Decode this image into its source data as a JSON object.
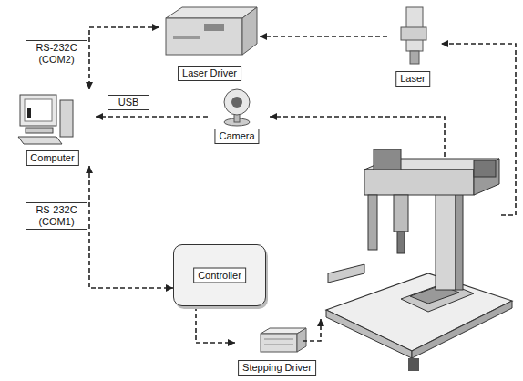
{
  "diagram": {
    "nodes": [
      {
        "text": [
          "Laser Driver"
        ]
      },
      {
        "text": [
          "Laser"
        ]
      },
      {
        "text": [
          "Camera"
        ]
      },
      {
        "text": [
          "Computer"
        ]
      },
      {
        "text": [
          "Controller"
        ]
      },
      {
        "text": [
          "Stepping Driver"
        ]
      }
    ],
    "edges": [
      {
        "from": 1,
        "to": 0,
        "arrow": "to"
      },
      {
        "from": 0,
        "to": 3,
        "label": "RS-232C (COM2)",
        "arrow": "both"
      },
      {
        "from": 2,
        "to": 3,
        "label": "USB",
        "arrow": "to"
      },
      {
        "from": 3,
        "to": 4,
        "label": "RS-232C (COM1)",
        "arrow": "both"
      },
      {
        "from": 4,
        "to": 5,
        "arrow": "to"
      }
    ]
  }
}
